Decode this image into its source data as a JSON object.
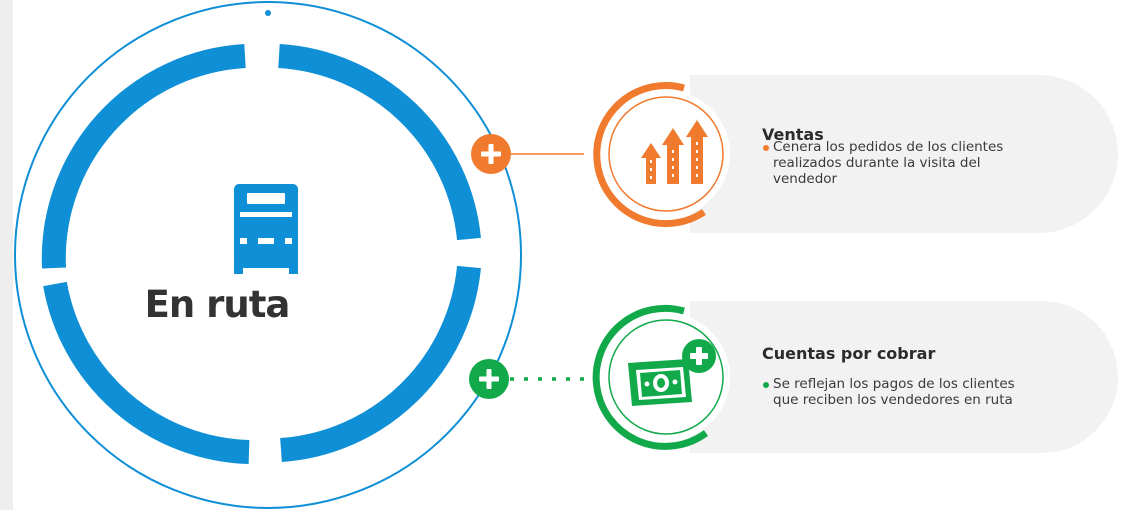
{
  "center": {
    "label": "En ruta",
    "icon": "bus-icon",
    "color": "#0f8fd6"
  },
  "items": [
    {
      "title": "Ventas",
      "description": [
        "Cenera los pedidos de los clientes",
        "realizados durante la visita del",
        "vendedor"
      ],
      "icon": "sales-arrows-up-icon",
      "connector": "solid",
      "color": "#f07a2d"
    },
    {
      "title": "Cuentas por cobrar",
      "description": [
        "Se reflejan los pagos de los clientes",
        "que reciben los vendedores en ruta"
      ],
      "icon": "money-plus-icon",
      "connector": "dotted",
      "color": "#12a94a"
    }
  ]
}
